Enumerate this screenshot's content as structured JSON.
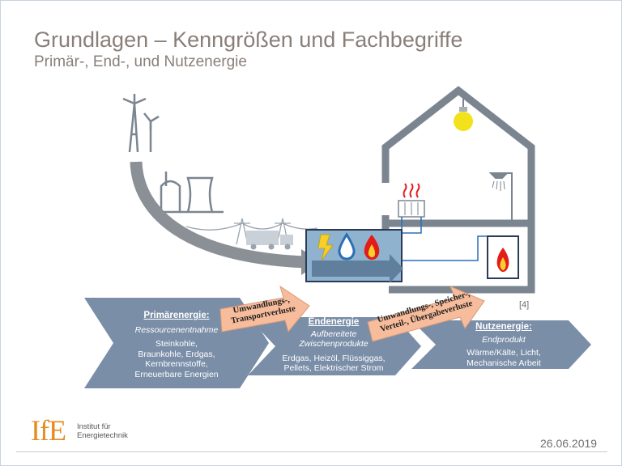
{
  "header": {
    "title": "Grundlagen – Kenngrößen und Fachbegriffe",
    "subtitle": "Primär-, End-, und Nutzenergie"
  },
  "stages": [
    {
      "heading": "Primärenergie:",
      "subheading": "Ressourcenentnahme",
      "body": "Steinkohle,\nBraunkohle, Erdgas,\nKernbrennstoffe,\nErneuerbare Energien"
    },
    {
      "heading": "Endenergie",
      "subheading": "Aufbereitete\nZwischenprodukte",
      "body": "Erdgas, Heizöl, Flüssiggas,\nPellets, Elektrischer Strom"
    },
    {
      "heading": "Nutzenergie:",
      "subheading": "Endprodukt",
      "body": "Wärme/Kälte, Licht,\nMechanische Arbeit"
    }
  ],
  "losses": [
    {
      "label": "Umwandlungs-,\nTransportverluste"
    },
    {
      "label": "Umwandlungs-, Speicher-,\nVerteil-, Übergabeverluste"
    }
  ],
  "reference": "[4]",
  "footer": {
    "logo_mark": "IfE",
    "logo_text": "Institut für\nEnergietechnik",
    "date": "26.06.2019"
  },
  "colors": {
    "chevron": "#7a8ea8",
    "loss_arrow": "#f6bc9c",
    "house": "#7b8590",
    "box": "#8fb2cf",
    "flame": "#e31b1b",
    "flame_inner": "#f7cf2b",
    "drop": "#2a6fb5",
    "bulb": "#f2e21c"
  },
  "icons": [
    "wind-turbine-icon",
    "power-plant-icon",
    "power-line-icon",
    "truck-icon",
    "lightning-icon",
    "drop-icon",
    "flame-icon",
    "light-bulb-icon",
    "shower-icon",
    "radiator-icon",
    "boiler-icon"
  ]
}
